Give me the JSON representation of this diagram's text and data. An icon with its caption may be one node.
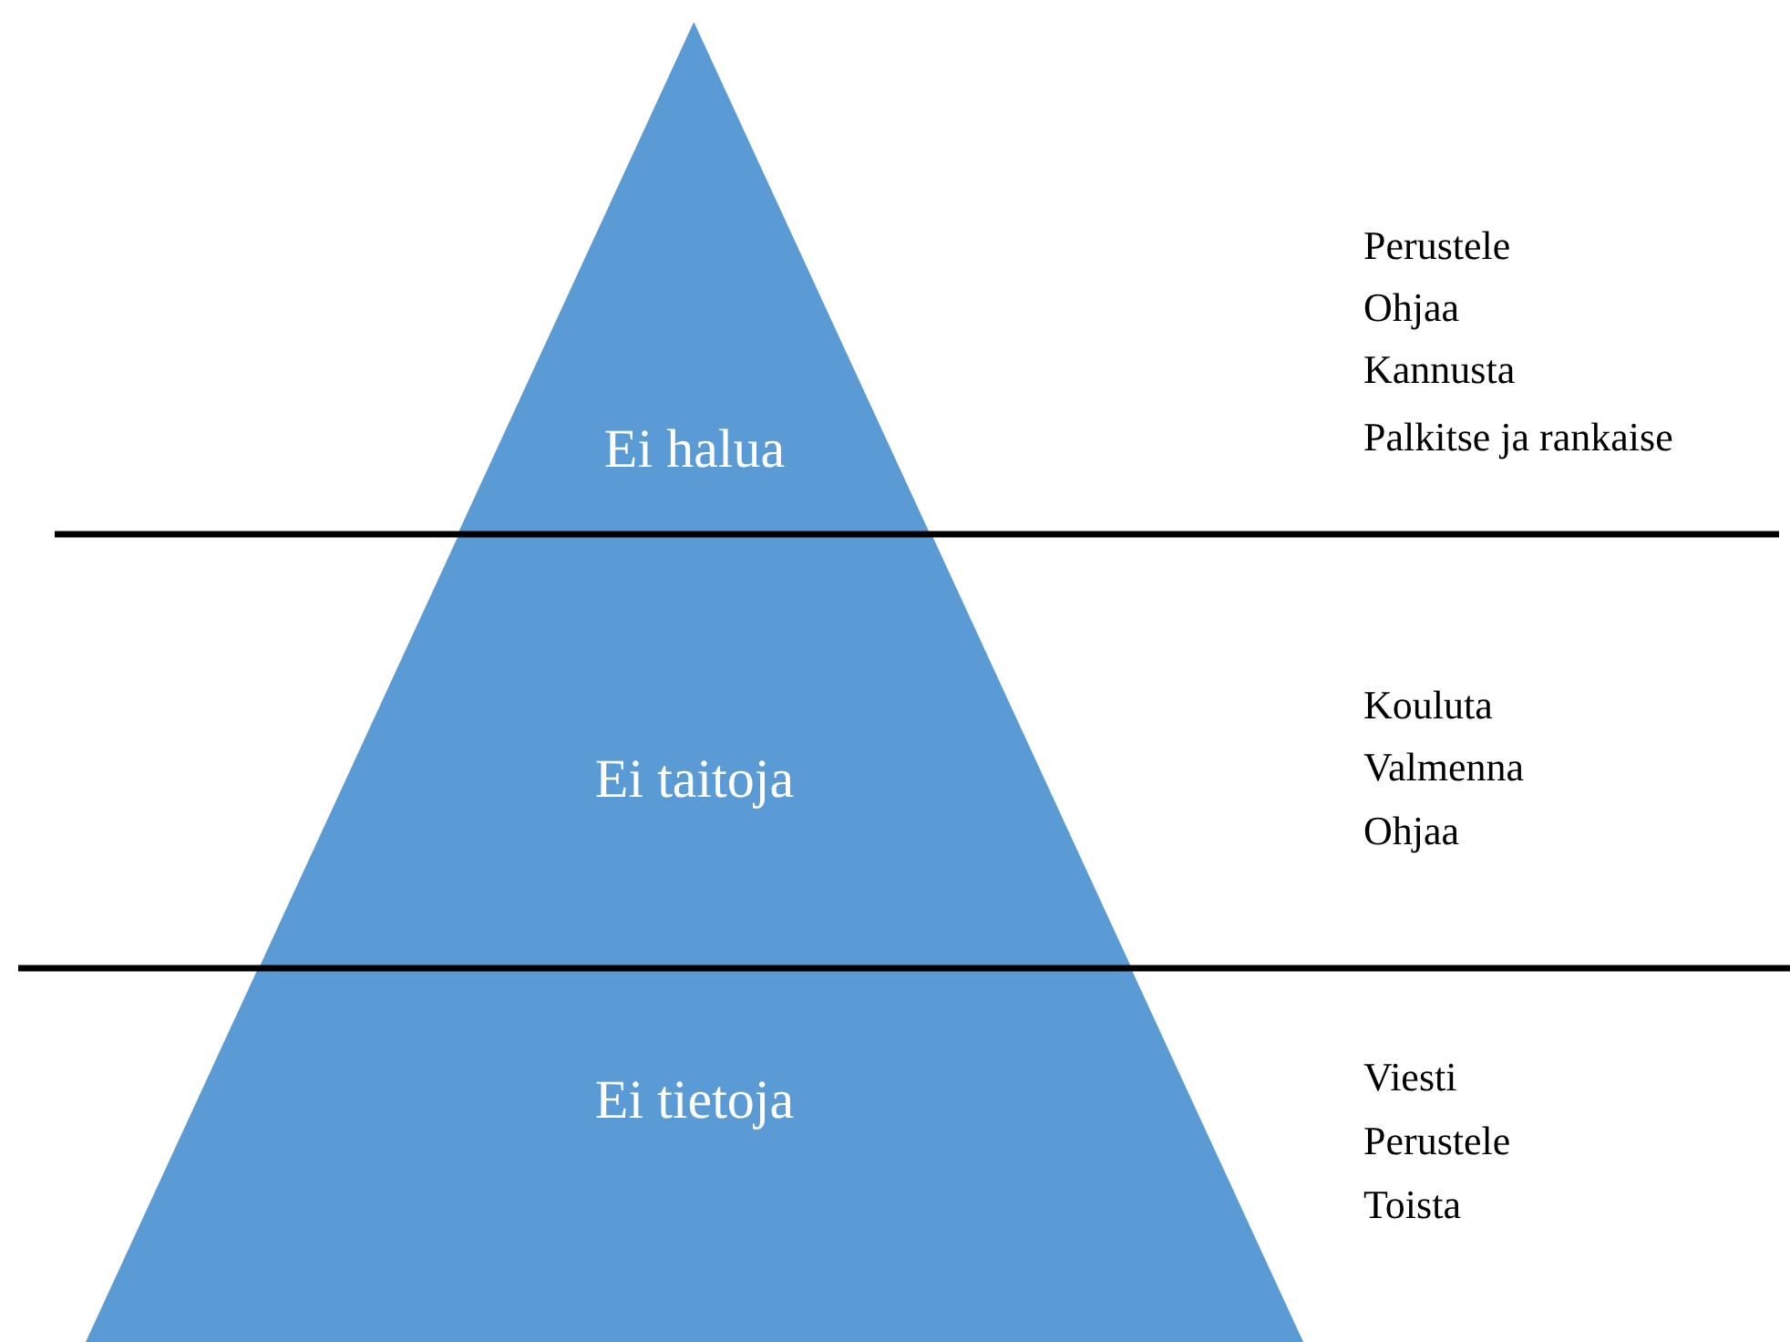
{
  "diagram": {
    "nodes": [
      {
        "text": [
          "Ei halua"
        ]
      },
      {
        "text": [
          "Ei taitoja"
        ]
      },
      {
        "text": [
          "Ei tietoja"
        ]
      }
    ],
    "labels": [
      "Perustele",
      "Ohjaa",
      "Kannusta",
      "Palkitse ja rankaise",
      "Kouluta",
      "Valmenna",
      "Ohjaa",
      "Viesti",
      "Perustele",
      "Toista"
    ]
  }
}
